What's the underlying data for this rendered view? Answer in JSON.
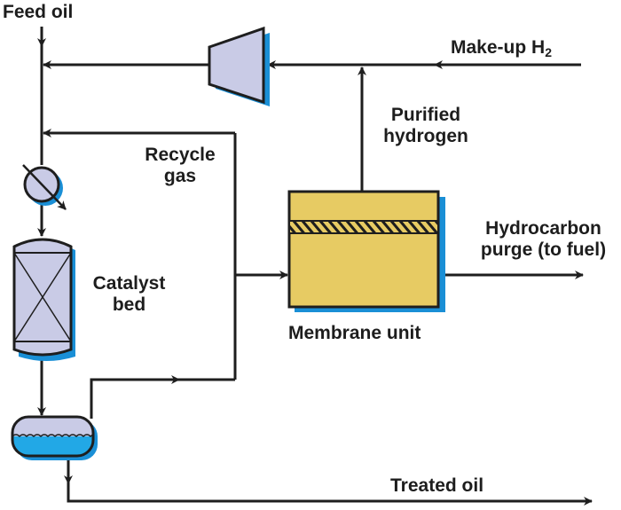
{
  "title": "Hydrotreating process with membrane hydrogen recovery",
  "colors": {
    "line": "#1e1e1e",
    "equipment_fill": "#c9cbe6",
    "membrane_fill": "#e7cb63",
    "shadow": "#1a8fd6",
    "liquid": "#22a8e6"
  },
  "labels": {
    "feed_oil": "Feed oil",
    "makeup_h2_main": "Make-up H",
    "makeup_h2_sub": "2",
    "purified_line1": "Purified",
    "purified_line2": "hydrogen",
    "recycle_line1": "Recycle",
    "recycle_line2": "gas",
    "catalyst_line1": "Catalyst",
    "catalyst_line2": "bed",
    "purge_line1": "Hydrocarbon",
    "purge_line2": "purge (to fuel)",
    "membrane_unit": "Membrane unit",
    "treated_oil": "Treated oil"
  },
  "equipment": [
    {
      "id": "compressor",
      "name": "Compressor"
    },
    {
      "id": "heat-exchanger",
      "name": "Heater"
    },
    {
      "id": "reactor",
      "name": "Catalyst bed reactor"
    },
    {
      "id": "separator",
      "name": "Separator"
    },
    {
      "id": "membrane",
      "name": "Membrane unit"
    }
  ]
}
